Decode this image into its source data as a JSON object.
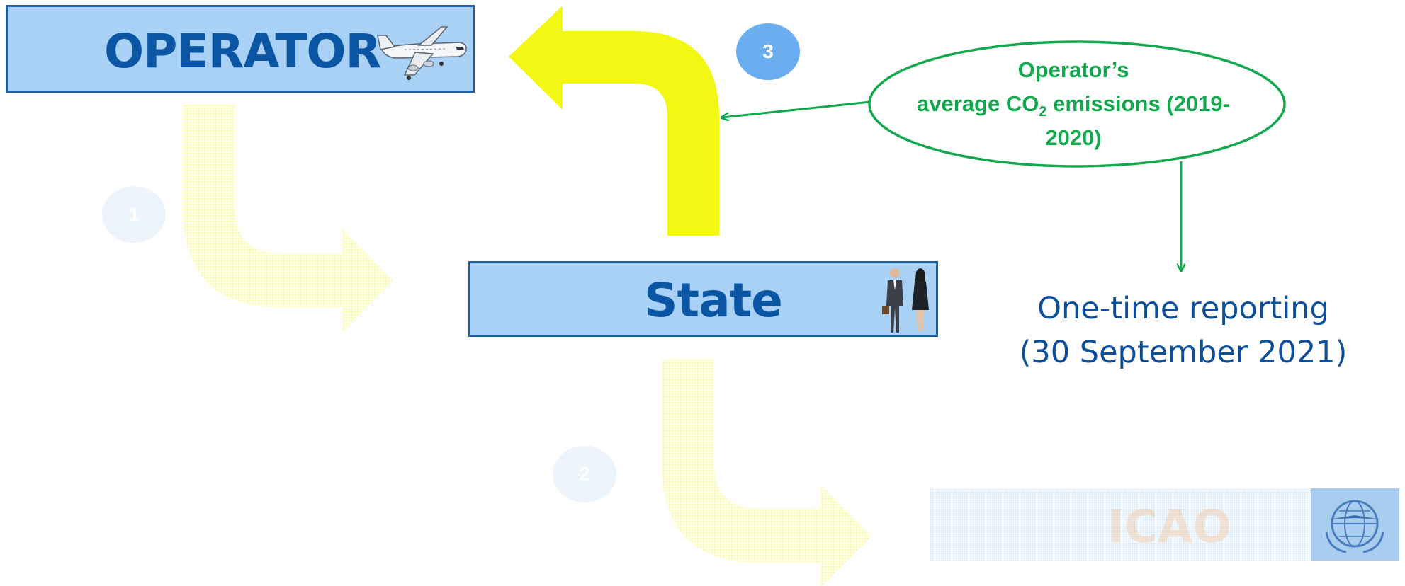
{
  "operator": {
    "label": "OPERATOR"
  },
  "state": {
    "label": "State"
  },
  "icao": {
    "label": "ICAO"
  },
  "steps": {
    "one": "1",
    "two": "2",
    "three": "3"
  },
  "callout": {
    "line1": "Operator’s",
    "line2_pre": "average CO",
    "line2_sub": "2",
    "line2_post": " emissions (2019-",
    "line3": "2020)"
  },
  "reporting": {
    "line1": "One-time reporting",
    "line2": "(30 September 2021)"
  },
  "colors": {
    "box_fill": "#a9d0f5",
    "box_border": "#1f5fa8",
    "box_text": "#0b56a4",
    "active_arrow": "#f2f713",
    "faded_arrow": "#fdfcc0",
    "callout_green": "#13a84d",
    "reporting_blue": "#0d4f9a",
    "active_badge": "#6aaef0"
  },
  "icons": {
    "operator": "airplane-icon",
    "state": "business-people-icon",
    "icao": "icao-emblem-icon"
  }
}
